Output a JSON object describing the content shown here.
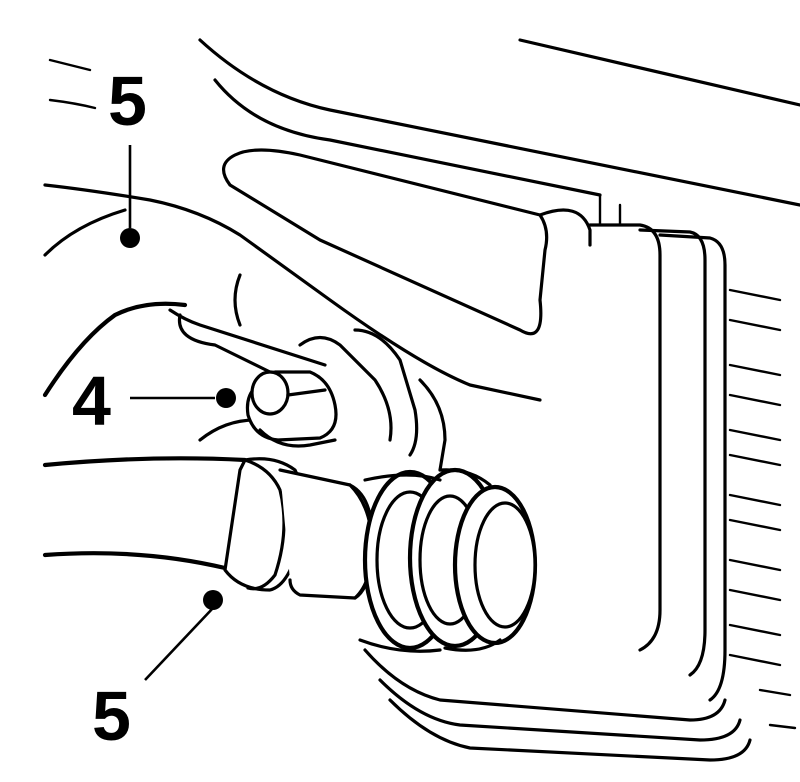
{
  "callouts": [
    {
      "id": "callout-top",
      "label": "5"
    },
    {
      "id": "callout-middle",
      "label": "4"
    },
    {
      "id": "callout-bottom",
      "label": "5"
    }
  ],
  "colors": {
    "line": "#000000",
    "background": "#ffffff"
  }
}
